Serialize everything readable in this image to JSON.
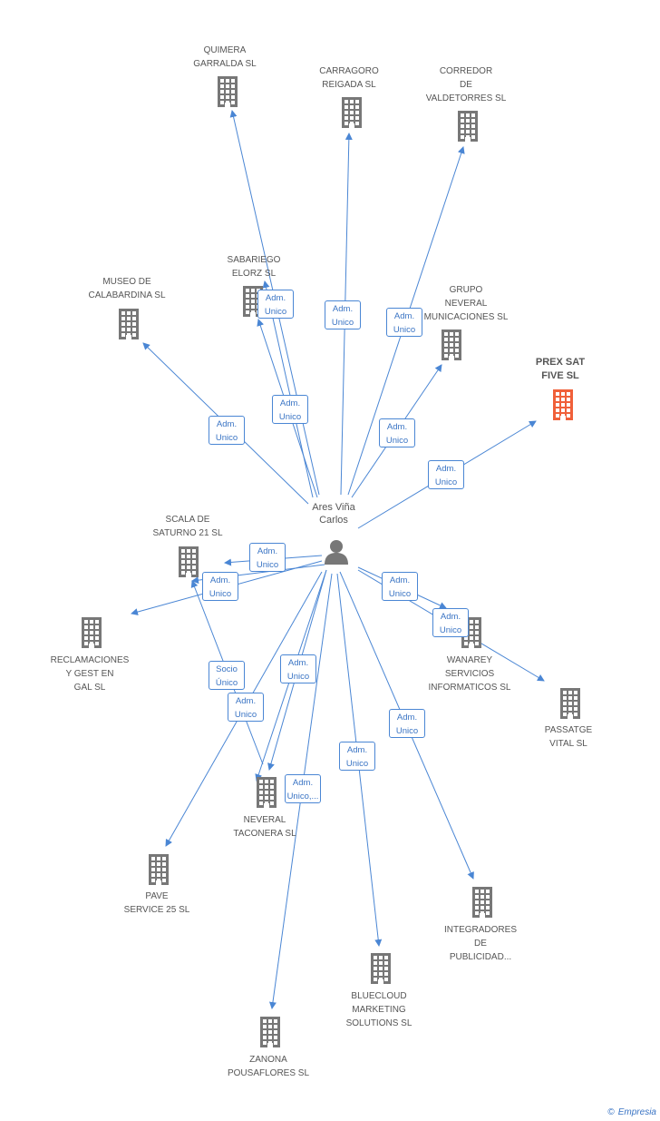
{
  "person": {
    "name": "Ares Viña\nCarlos",
    "icon": "person-icon"
  },
  "colors": {
    "edge": "#4a86d4",
    "building": "#777777",
    "highlight": "#f0603a"
  },
  "companies": [
    {
      "id": "quimera",
      "label": "QUIMERA\nGARRALDA SL"
    },
    {
      "id": "carragoro",
      "label": "CARRAGORO\nREIGADA SL"
    },
    {
      "id": "corredor",
      "label": "CORREDOR\nDE\nVALDETORRES SL"
    },
    {
      "id": "sabariego",
      "label": "SABARIEGO\nELORZ SL"
    },
    {
      "id": "museo",
      "label": "MUSEO DE\nCALABARDINA SL"
    },
    {
      "id": "grupo",
      "label": "GRUPO\nNEVERAL\nMUNICACIONES SL"
    },
    {
      "id": "prex",
      "label": "PREX SAT\nFIVE SL",
      "highlight": true
    },
    {
      "id": "scala",
      "label": "SCALA DE\nSATURNO 21 SL"
    },
    {
      "id": "reclamaciones",
      "label": "RECLAMACIONES\nY GEST EN\nGAL  SL"
    },
    {
      "id": "wanarey",
      "label": "WANAREY\nSERVICIOS\nINFORMATICOS SL"
    },
    {
      "id": "passatge",
      "label": "PASSATGE\nVITAL SL"
    },
    {
      "id": "neveral",
      "label": "NEVERAL\nTACONERA SL"
    },
    {
      "id": "pave",
      "label": "PAVE\nSERVICE 25 SL"
    },
    {
      "id": "integradores",
      "label": "INTEGRADORES\nDE\nPUBLICIDAD..."
    },
    {
      "id": "bluecloud",
      "label": "BLUECLOUD\nMARKETING\nSOLUTIONS SL"
    },
    {
      "id": "zanona",
      "label": "ZANONA\nPOUSAFLORES SL"
    }
  ],
  "edges": [
    {
      "to": "quimera",
      "label": "Adm.\nUnico"
    },
    {
      "to": "carragoro",
      "label": "Adm.\nUnico"
    },
    {
      "to": "corredor",
      "label": "Adm.\nUnico"
    },
    {
      "to": "sabariego",
      "label": "Adm.\nUnico"
    },
    {
      "to": "sabariego",
      "label": "Adm.\nUnico"
    },
    {
      "to": "museo",
      "label": "Adm.\nUnico"
    },
    {
      "to": "grupo",
      "label": "Adm.\nUnico"
    },
    {
      "to": "prex",
      "label": "Adm.\nUnico"
    },
    {
      "to": "scala",
      "label": "Adm.\nUnico"
    },
    {
      "to": "reclamaciones",
      "label": "Adm.\nUnico"
    },
    {
      "to": "scala",
      "label": "Socio\nÚnico"
    },
    {
      "to": "scala",
      "label": "Adm.\nUnico"
    },
    {
      "to": "wanarey",
      "label": "Adm.\nUnico"
    },
    {
      "to": "passatge",
      "label": "Adm.\nUnico"
    },
    {
      "to": "neveral",
      "label": "Adm.\nUnico"
    },
    {
      "to": "neveral",
      "label": "Adm.\nUnico,..."
    },
    {
      "to": "pave",
      "label": ""
    },
    {
      "to": "integradores",
      "label": "Adm.\nUnico"
    },
    {
      "to": "bluecloud",
      "label": "Adm.\nUnico"
    },
    {
      "to": "zanona",
      "label": ""
    }
  ],
  "footer": {
    "copyright": "©",
    "brand": "Empresia"
  }
}
